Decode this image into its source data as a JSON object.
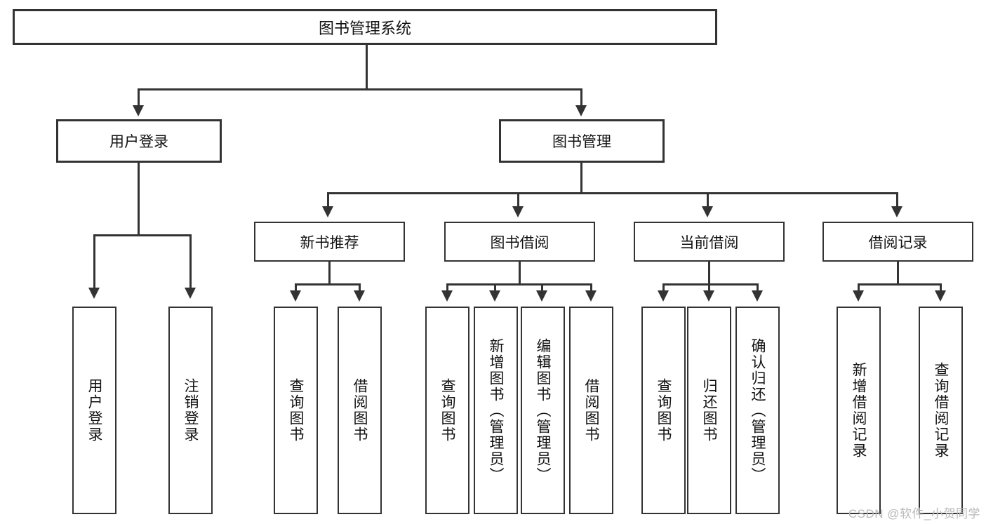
{
  "diagram": {
    "type": "tree-hierarchy",
    "title": "图书管理系统",
    "watermark": "CSDN @软件_小贺同学",
    "colors": {
      "box_border": "#333333",
      "box_fill": "#ffffff",
      "connector": "#333333",
      "text": "#121212",
      "watermark": "#b9b9b9",
      "background": "#ffffff"
    },
    "root": {
      "label": "图书管理系统"
    },
    "level1": [
      {
        "label": "用户登录"
      },
      {
        "label": "图书管理"
      }
    ],
    "level2": [
      {
        "label": "新书推荐"
      },
      {
        "label": "图书借阅"
      },
      {
        "label": "当前借阅"
      },
      {
        "label": "借阅记录"
      }
    ],
    "leaves": {
      "user_login": [
        {
          "label": "用户登录"
        },
        {
          "label": "注销登录"
        }
      ],
      "new_book_recommend": [
        {
          "label": "查询图书"
        },
        {
          "label": "借阅图书"
        }
      ],
      "book_borrow": [
        {
          "label": "查询图书"
        },
        {
          "label": "新增图书（管理员）"
        },
        {
          "label": "编辑图书（管理员）"
        },
        {
          "label": "借阅图书"
        }
      ],
      "current_borrow": [
        {
          "label": "查询图书"
        },
        {
          "label": "归还图书"
        },
        {
          "label": "确认归还（管理员）"
        }
      ],
      "borrow_record": [
        {
          "label": "新增借阅记录"
        },
        {
          "label": "查询借阅记录"
        }
      ]
    }
  }
}
